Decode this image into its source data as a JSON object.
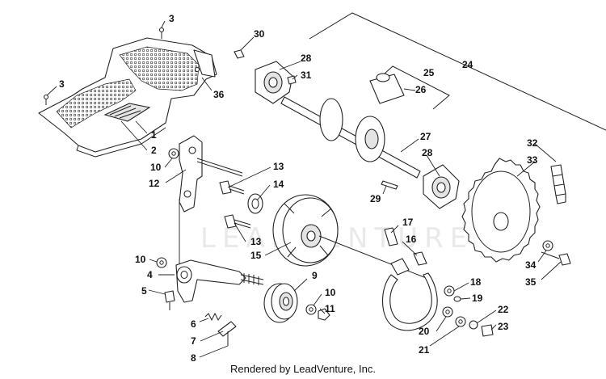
{
  "diagram": {
    "watermark": "LEADVENTURE",
    "footer": "Rendered by LeadVenture, Inc.",
    "callouts": {
      "c1": "1",
      "c2": "2",
      "c3a": "3",
      "c3b": "3",
      "c4": "4",
      "c5": "5",
      "c6": "6",
      "c7": "7",
      "c8": "8",
      "c9": "9",
      "c10a": "10",
      "c10b": "10",
      "c10c": "10",
      "c11": "11",
      "c12": "12",
      "c13a": "13",
      "c13b": "13",
      "c14": "14",
      "c15": "15",
      "c16": "16",
      "c17": "17",
      "c18": "18",
      "c19": "19",
      "c20": "20",
      "c21": "21",
      "c22": "22",
      "c23": "23",
      "c24": "24",
      "c25": "25",
      "c26": "26",
      "c27": "27",
      "c28a": "28",
      "c28b": "28",
      "c29": "29",
      "c30": "30",
      "c31": "31",
      "c32": "32",
      "c33": "33",
      "c34": "34",
      "c35": "35",
      "c36": "36"
    }
  }
}
